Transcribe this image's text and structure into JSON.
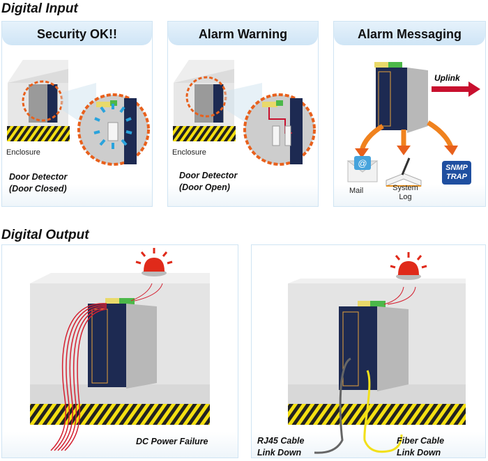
{
  "sections": {
    "digital_input": {
      "title": "Digital Input",
      "cards": [
        {
          "heading": "Security OK!!",
          "enclosure_label": "Enclosure",
          "caption_line1": "Door Detector",
          "caption_line2": "(Door Closed)"
        },
        {
          "heading": "Alarm Warning",
          "enclosure_label": "Enclosure",
          "caption_line1": "Door Detector",
          "caption_line2": "(Door Open)"
        },
        {
          "heading": "Alarm Messaging",
          "uplink_label": "Uplink",
          "targets": [
            {
              "label_line1": "Mail",
              "label_line2": ""
            },
            {
              "label_line1": "System",
              "label_line2": "Log"
            },
            {
              "badge_line1": "SNMP",
              "badge_line2": "TRAP"
            }
          ]
        }
      ]
    },
    "digital_output": {
      "title": "Digital Output",
      "panels": [
        {
          "caption": "DC Power Failure"
        },
        {
          "left_caption_line1": "RJ45 Cable",
          "left_caption_line2": "Link Down",
          "right_caption_line1": "Fiber Cable",
          "right_caption_line2": "Link Down"
        }
      ]
    }
  },
  "colors": {
    "accent_orange": "#e8601c",
    "alarm_red": "#e02a1a",
    "uplink_red": "#c8102e",
    "switch_navy": "#1d2a52",
    "snmp_blue": "#1f4fa0",
    "hazard_yellow": "#f4e012",
    "detector_blue": "#2aa3dc"
  }
}
